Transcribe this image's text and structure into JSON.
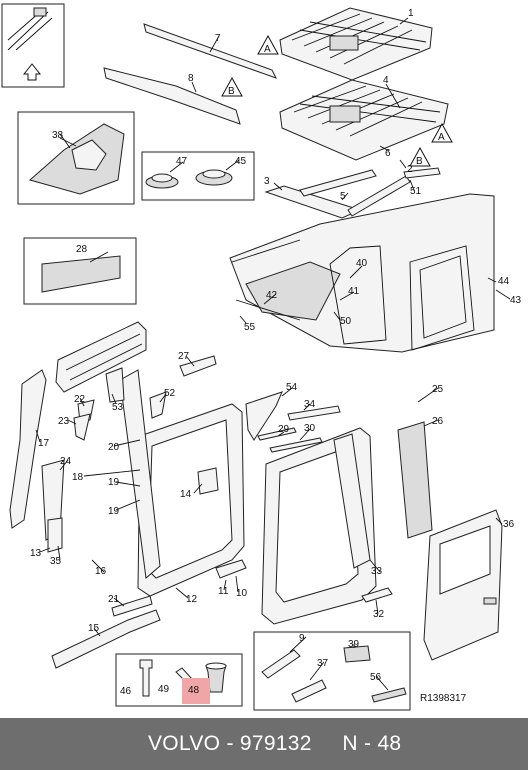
{
  "diagram": {
    "reference_code": "R1398317",
    "highlight_color": "#f0a6a6",
    "highlighted_callout": "48",
    "detail_markers": [
      "A",
      "A",
      "B",
      "B"
    ],
    "callouts": [
      "1",
      "2",
      "3",
      "4",
      "5",
      "6",
      "7",
      "8",
      "9",
      "10",
      "11",
      "12",
      "13",
      "14",
      "15",
      "16",
      "17",
      "18",
      "19",
      "19",
      "20",
      "21",
      "22",
      "23",
      "24",
      "25",
      "26",
      "27",
      "28",
      "29",
      "30",
      "32",
      "33",
      "34",
      "35",
      "36",
      "37",
      "38",
      "39",
      "40",
      "41",
      "42",
      "43",
      "44",
      "45",
      "46",
      "47",
      "48",
      "49",
      "50",
      "51",
      "52",
      "53",
      "54",
      "55",
      "56"
    ]
  },
  "footer": {
    "text": "VOLVO - 979132     N - 48",
    "background": "#6e6e6e"
  }
}
